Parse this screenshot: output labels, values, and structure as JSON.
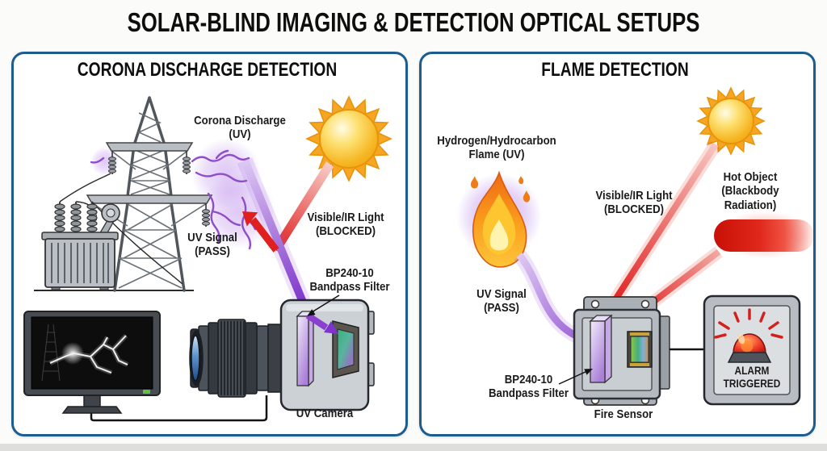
{
  "title": "SOLAR-BLIND IMAGING & DETECTION OPTICAL SETUPS",
  "left_panel": {
    "header": "CORONA DISCHARGE DETECTION",
    "labels": {
      "corona_discharge": "Corona Discharge\n(UV)",
      "uv_signal": "UV Signal\n(PASS)",
      "visible_ir": "Visible/IR Light\n(BLOCKED)",
      "bandpass_filter": "BP240-10\nBandpass Filter",
      "uv_camera": "UV Camera"
    }
  },
  "right_panel": {
    "header": "FLAME DETECTION",
    "labels": {
      "flame": "Hydrogen/Hydrocarbon\nFlame (UV)",
      "uv_signal": "UV Signal\n(PASS)",
      "visible_ir": "Visible/IR Light\n(BLOCKED)",
      "hot_object": "Hot Object\n(Blackbody\nRadiation)",
      "bandpass_filter": "BP240-10\nBandpass Filter",
      "fire_sensor": "Fire Sensor",
      "alarm": "ALARM\nTRIGGERED"
    }
  },
  "colors": {
    "panel_border": "#1d5c8f",
    "uv_purple": "#7e34cb",
    "blocked_red": "#e01f1f",
    "sun_yellow": "#f6b623",
    "alarm_red": "#d41f1f"
  }
}
